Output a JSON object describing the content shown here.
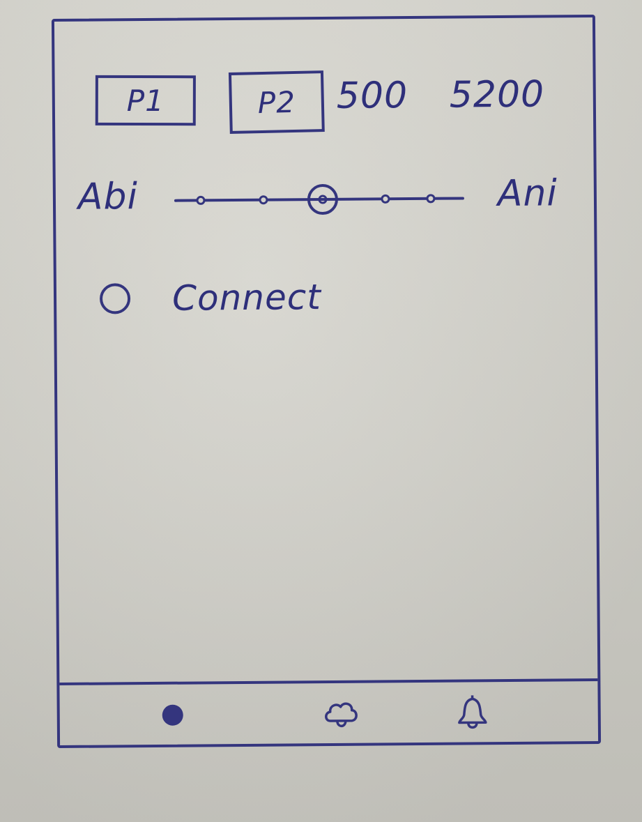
{
  "header": {
    "player_1": "P1",
    "player_2": "P2",
    "score_1": "500",
    "score_2": "5200"
  },
  "slider": {
    "left_label": "Abi",
    "right_label": "Ani",
    "stops": 5,
    "selected_index": 2
  },
  "connect": {
    "label": "Connect",
    "selected": false
  },
  "bottom_nav": {
    "items": [
      {
        "icon": "filled-dot-icon",
        "active": true
      },
      {
        "icon": "cloud-icon",
        "active": false
      },
      {
        "icon": "bell-icon",
        "active": false
      }
    ]
  },
  "colors": {
    "ink": "#34357e",
    "paper": "#d5d4cd"
  }
}
